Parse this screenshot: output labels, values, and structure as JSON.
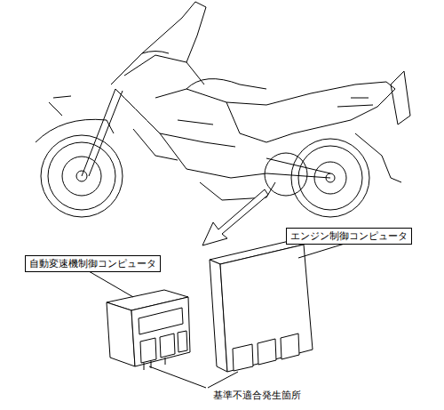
{
  "diagram": {
    "nodes": [
      {
        "text": [
          "自動変速機制御コンピュータ"
        ]
      },
      {
        "text": [
          "エンジン制御コンピュータ"
        ]
      }
    ],
    "labels": [
      "基準不適合発生箇所"
    ]
  }
}
